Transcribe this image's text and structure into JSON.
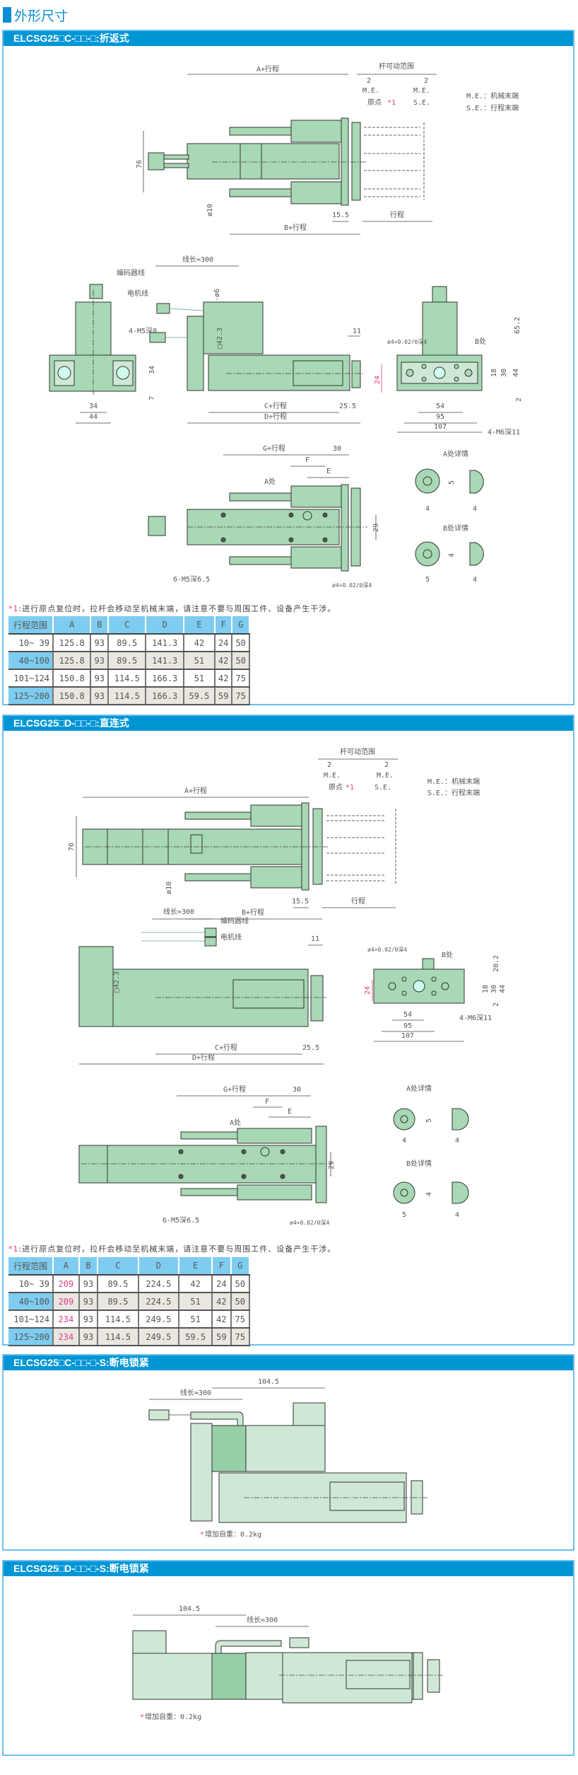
{
  "page_title": "外形尺寸",
  "colors": {
    "accent": "#0096d6",
    "part_fill": "#a8d8b5",
    "highlight": "#e23c6c"
  },
  "legend": {
    "me": "M.E.：机械末端",
    "se": "S.E.：行程末端"
  },
  "sections": [
    {
      "title": "ELCSG25□C-□□-□:折返式",
      "note_mark": "*1",
      "note_text": ":进行原点复位时，拉杆会移动至机械末端，请注意不要与周围工件、设备产生干涉。",
      "labels": {
        "a_stroke": "A+行程",
        "rod_range": "杆可动范围",
        "two": "2",
        "me": "M.E.",
        "origin": "原点",
        "origin_mark": "*1",
        "se": "S.E.",
        "d76": "76",
        "d10": "ø10",
        "d155": "15.5",
        "stroke": "行程",
        "b_stroke": "B+行程",
        "cable_len": "线长≈300",
        "encoder": "编码器线",
        "motor": "电机线",
        "d2phi6": "2-ø6",
        "m5": "4-M5深8",
        "d34": "34",
        "d7": "7",
        "d44": "44",
        "sq": "□42.3",
        "d11": "11",
        "c_stroke": "C+行程",
        "d255": "25.5",
        "d_stroke": "D+行程",
        "d652": "65.2",
        "phi4": "ø4+0.02/0深4",
        "bpos": "B处",
        "d18": "18",
        "d30": "30",
        "d24": "24",
        "d2": "2",
        "d54": "54",
        "d95": "95",
        "d107": "107",
        "m6": "4-M6深11",
        "g_stroke": "G+行程",
        "f": "F",
        "e": "E",
        "apos": "A处",
        "d29": "29",
        "m5b": "6-M5深6.5",
        "a_detail": "A处详情",
        "b_detail": "B处详情",
        "d5": "5",
        "d4": "4"
      },
      "table": {
        "headers": [
          "行程范围",
          "A",
          "B",
          "C",
          "D",
          "E",
          "F",
          "G"
        ],
        "rows": [
          [
            "10~ 39",
            "125.8",
            "93",
            "89.5",
            "141.3",
            "42",
            "24",
            "50"
          ],
          [
            "40~100",
            "125.8",
            "93",
            "89.5",
            "141.3",
            "51",
            "42",
            "50"
          ],
          [
            "101~124",
            "150.8",
            "93",
            "114.5",
            "166.3",
            "51",
            "42",
            "75"
          ],
          [
            "125~200",
            "150.8",
            "93",
            "114.5",
            "166.3",
            "59.5",
            "59",
            "75"
          ]
        ]
      }
    },
    {
      "title": "ELCSG25□D-□□-□:直连式",
      "note_mark": "*1",
      "note_text": ":进行原点复位时，拉杆会移动至机械末端，请注意不要与周围工件、设备产生干涉。",
      "labels": {
        "a_stroke": "A+行程",
        "rod_range": "杆可动范围",
        "two": "2",
        "me": "M.E.",
        "origin": "原点",
        "origin_mark": "*1",
        "se": "S.E.",
        "d76": "76",
        "d10": "ø10",
        "d155": "15.5",
        "stroke": "行程",
        "b_stroke": "B+行程",
        "cable_len": "线长≈300",
        "encoder": "编码器线",
        "motor": "电机线",
        "sq": "□42.3",
        "d11": "11",
        "c_stroke": "C+行程",
        "d255": "25.5",
        "d_stroke": "D+行程",
        "d202": "20.2",
        "phi4": "ø4+0.02/0深4",
        "bpos": "B处",
        "d18": "18",
        "d30": "30",
        "d44": "44",
        "d24": "24",
        "d2": "2",
        "d54": "54",
        "d95": "95",
        "d107": "107",
        "m6": "4-M6深11",
        "g_stroke": "G+行程",
        "f": "F",
        "e": "E",
        "apos": "A处",
        "d29": "29",
        "m5b": "6-M5深6.5",
        "a_detail": "A处详情",
        "b_detail": "B处详情",
        "d5": "5",
        "d4": "4"
      },
      "table": {
        "headers": [
          "行程范围",
          "A",
          "B",
          "C",
          "D",
          "E",
          "F",
          "G"
        ],
        "rows": [
          [
            "10~ 39",
            "209",
            "93",
            "89.5",
            "224.5",
            "42",
            "24",
            "50"
          ],
          [
            "40~100",
            "209",
            "93",
            "89.5",
            "224.5",
            "51",
            "42",
            "50"
          ],
          [
            "101~124",
            "234",
            "93",
            "114.5",
            "249.5",
            "51",
            "42",
            "75"
          ],
          [
            "125~200",
            "234",
            "93",
            "114.5",
            "249.5",
            "59.5",
            "59",
            "75"
          ]
        ]
      }
    },
    {
      "title": "ELCSG25□C-□□-□-S:断电锁紧",
      "labels": {
        "d1045": "104.5",
        "cable_len": "线长≈300",
        "weight_mark": "*",
        "weight": "增加自重：0.2kg"
      }
    },
    {
      "title": "ELCSG25□D-□□-□-S:断电锁紧",
      "labels": {
        "d1045": "104.5",
        "cable_len": "线长≈300",
        "weight_mark": "*",
        "weight": "增加自重：0.2kg"
      }
    }
  ]
}
